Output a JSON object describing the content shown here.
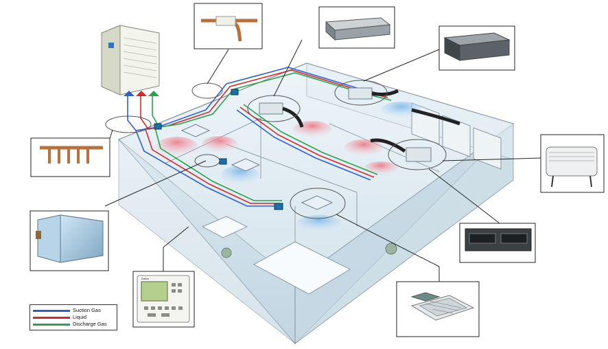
{
  "legend": {
    "items": [
      {
        "label": "Suction Gas",
        "color": "#2a5fd8"
      },
      {
        "label": "Liquid",
        "color": "#d62828"
      },
      {
        "label": "Discharge Gas",
        "color": "#27a34a"
      }
    ]
  },
  "remote_controller": {
    "brand_text": "Daikin"
  },
  "colors": {
    "building_fill": "#dbe8ef",
    "building_edge": "#7d8b94",
    "cold_air": "#9cc6ea",
    "warm_air": "#f2a1a8"
  }
}
